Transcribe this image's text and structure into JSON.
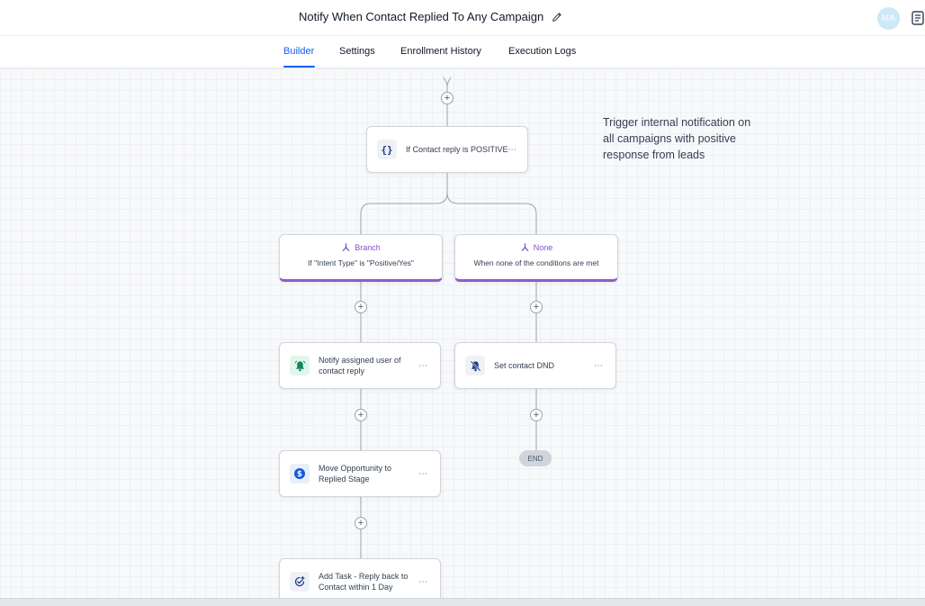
{
  "header": {
    "title": "Notify When Contact Replied To Any Campaign",
    "avatar_initials": "MA"
  },
  "tabs": [
    {
      "label": "Builder",
      "active": true
    },
    {
      "label": "Settings",
      "active": false
    },
    {
      "label": "Enrollment History",
      "active": false
    },
    {
      "label": "Execution Logs",
      "active": false
    }
  ],
  "workflow": {
    "condition_node": {
      "label": "If Contact reply is POSITIVE",
      "icon": "braces-icon"
    },
    "branches": [
      {
        "title": "Branch",
        "subtitle": "If \"Intent Type\" is \"Positive/Yes\"",
        "icon": "branch-icon"
      },
      {
        "title": "None",
        "subtitle": "When none of the conditions are met",
        "icon": "branch-icon"
      }
    ],
    "left_actions": [
      {
        "label": "Notify assigned user of contact reply",
        "icon": "bell-icon"
      },
      {
        "label": "Move Opportunity to Replied Stage",
        "icon": "dollar-icon"
      },
      {
        "label": "Add Task - Reply back to Contact within 1 Day",
        "icon": "task-check-icon"
      }
    ],
    "right_actions": [
      {
        "label": "Set contact DND",
        "icon": "bell-off-icon"
      }
    ],
    "end_label": "END",
    "more_glyph": "···",
    "plus_glyph": "+"
  },
  "note": {
    "text": "Trigger internal notification on all campaigns with positive response from leads"
  },
  "colors": {
    "accent": "#155eef",
    "branch_purple": "#8e5bd6",
    "bell_green": "#12875a",
    "dollar_blue": "#1a56db"
  }
}
